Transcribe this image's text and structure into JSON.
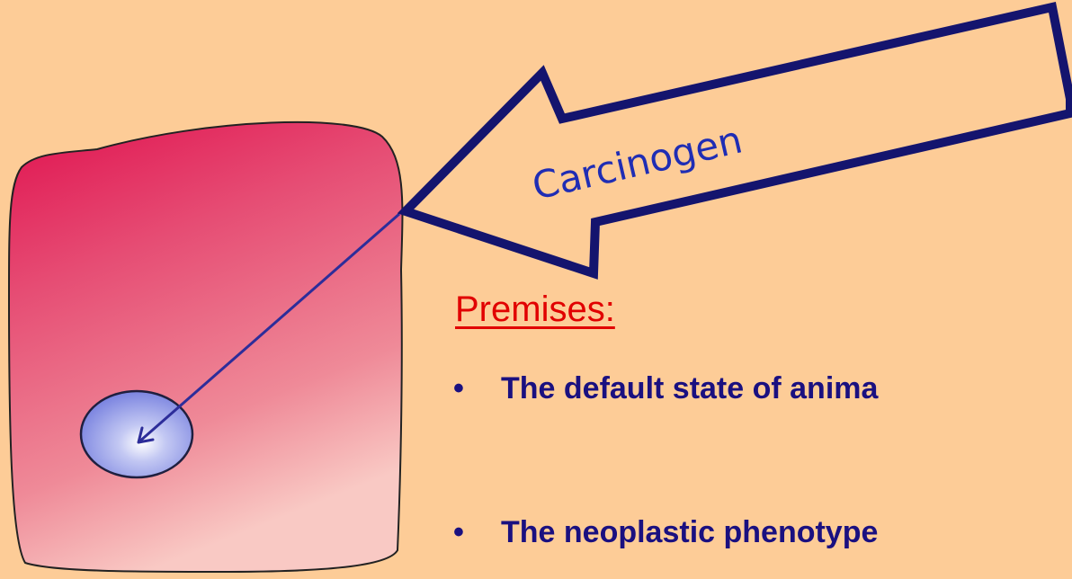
{
  "arrow": {
    "label": "Carcinogen",
    "outline_color": "#14146e"
  },
  "premises": {
    "heading": "Premises:",
    "bullet_glyph": "•",
    "items": [
      "The default state of anima",
      "The neoplastic phenotype"
    ]
  },
  "colors": {
    "background": "#fdcc97",
    "cell_dark": "#e0124f",
    "cell_light": "#f9c9c4",
    "nucleus": "#8f97e6",
    "heading": "#e10000",
    "bullet_text": "#1a1080",
    "label_text": "#1f2db4",
    "pointer_line": "#2d2d9a"
  }
}
